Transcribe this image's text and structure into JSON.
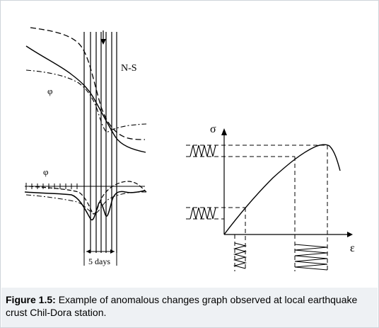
{
  "figure": {
    "left_panel": {
      "label_ns": "N-S",
      "label_phi_upper": "φ",
      "label_phi_lower": "φ",
      "duration_label": "5 days"
    },
    "right_panel": {
      "axis_y_label": "σ",
      "axis_x_label": "ε"
    }
  },
  "caption": {
    "label": "Figure 1.5:",
    "text": "Example of anomalous changes graph observed at local earthquake crust Chil-Dora station."
  },
  "colors": {
    "line": "#000000",
    "caption_background": "#eef1f4",
    "border": "#cfd4da"
  }
}
